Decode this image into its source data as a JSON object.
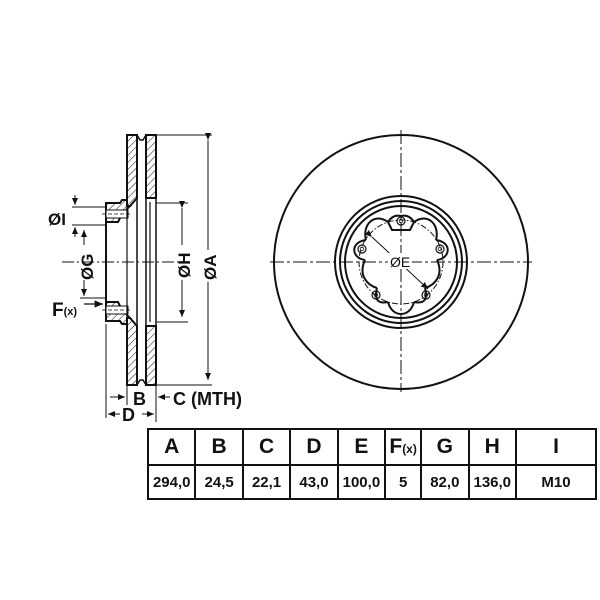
{
  "side_view": {
    "labels": {
      "dia_I": "ØI",
      "dia_G": "ØG",
      "dia_H": "ØH",
      "dia_A": "ØA",
      "F": "F",
      "F_sub": "(x)",
      "B": "B",
      "C": "C (MTH)",
      "D": "D"
    }
  },
  "front_view": {
    "labels": {
      "dia_E": "ØE"
    },
    "bolt_holes": 5
  },
  "spec_table": {
    "headers": [
      {
        "key": "A",
        "label": "A"
      },
      {
        "key": "B",
        "label": "B"
      },
      {
        "key": "C",
        "label": "C"
      },
      {
        "key": "D",
        "label": "D"
      },
      {
        "key": "E",
        "label": "E"
      },
      {
        "key": "F",
        "label": "F",
        "sub": "(x)"
      },
      {
        "key": "G",
        "label": "G"
      },
      {
        "key": "H",
        "label": "H"
      },
      {
        "key": "I",
        "label": "I"
      }
    ],
    "values": [
      "294,0",
      "24,5",
      "22,1",
      "43,0",
      "100,0",
      "5",
      "82,0",
      "136,0",
      "M10"
    ]
  },
  "colors": {
    "line": "#111111",
    "background": "#ffffff"
  }
}
